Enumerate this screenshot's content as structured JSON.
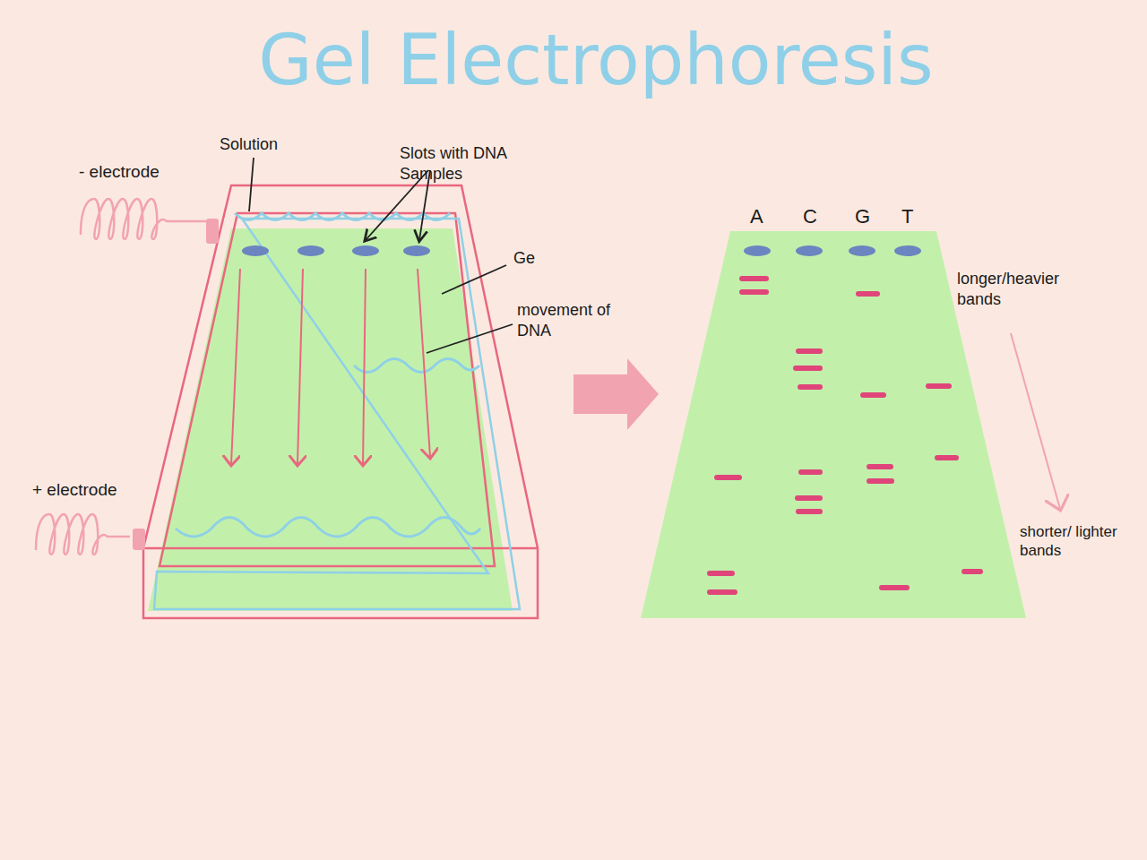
{
  "diagram": {
    "title": "Gel Electrophoresis",
    "labels": [
      "Solution",
      "Slots with DNA Samples",
      "- electrode",
      "Ge",
      "movement of DNA",
      "+ electrode",
      "A",
      "C",
      "G",
      "T",
      "longer/heavier bands",
      "shorter/ lighter bands"
    ]
  }
}
